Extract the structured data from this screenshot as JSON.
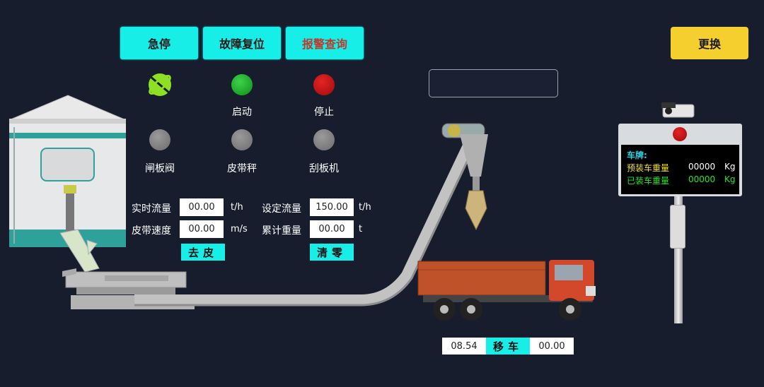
{
  "top_buttons": {
    "estop": "急停",
    "fault_reset": "故障复位",
    "alarm_query": "报警查询",
    "replace": "更换"
  },
  "status_lamps": [
    {
      "label": "",
      "color": "gray"
    },
    {
      "label": "启动",
      "color": "green"
    },
    {
      "label": "停止",
      "color": "red"
    },
    {
      "label": "闸板阀",
      "color": "gray"
    },
    {
      "label": "皮带秤",
      "color": "gray"
    },
    {
      "label": "刮板机",
      "color": "gray"
    }
  ],
  "params": {
    "realtime_flow_label": "实时流量",
    "realtime_flow_value": "00.00",
    "realtime_flow_unit": "t/h",
    "set_flow_label": "设定流量",
    "set_flow_value": "150.00",
    "set_flow_unit": "t/h",
    "belt_speed_label": "皮带速度",
    "belt_speed_value": "00.00",
    "belt_speed_unit": "m/s",
    "total_weight_label": "累计重量",
    "total_weight_value": "00.00",
    "total_weight_unit": "t"
  },
  "actions": {
    "tare": "去皮",
    "zero": "清零",
    "move_truck": "移车"
  },
  "truck_readout": {
    "left": "08.54",
    "right": "00.00"
  },
  "sign": {
    "plate_label": "车牌:",
    "preload_label": "预装车重量",
    "preload_value": "00000",
    "preload_unit": "Kg",
    "loaded_label": "已装车重量",
    "loaded_value": "00000",
    "loaded_unit": "Kg"
  },
  "colors": {
    "background": "#181d2d",
    "accent": "#18eee8",
    "highlight": "#f4cf2e"
  }
}
